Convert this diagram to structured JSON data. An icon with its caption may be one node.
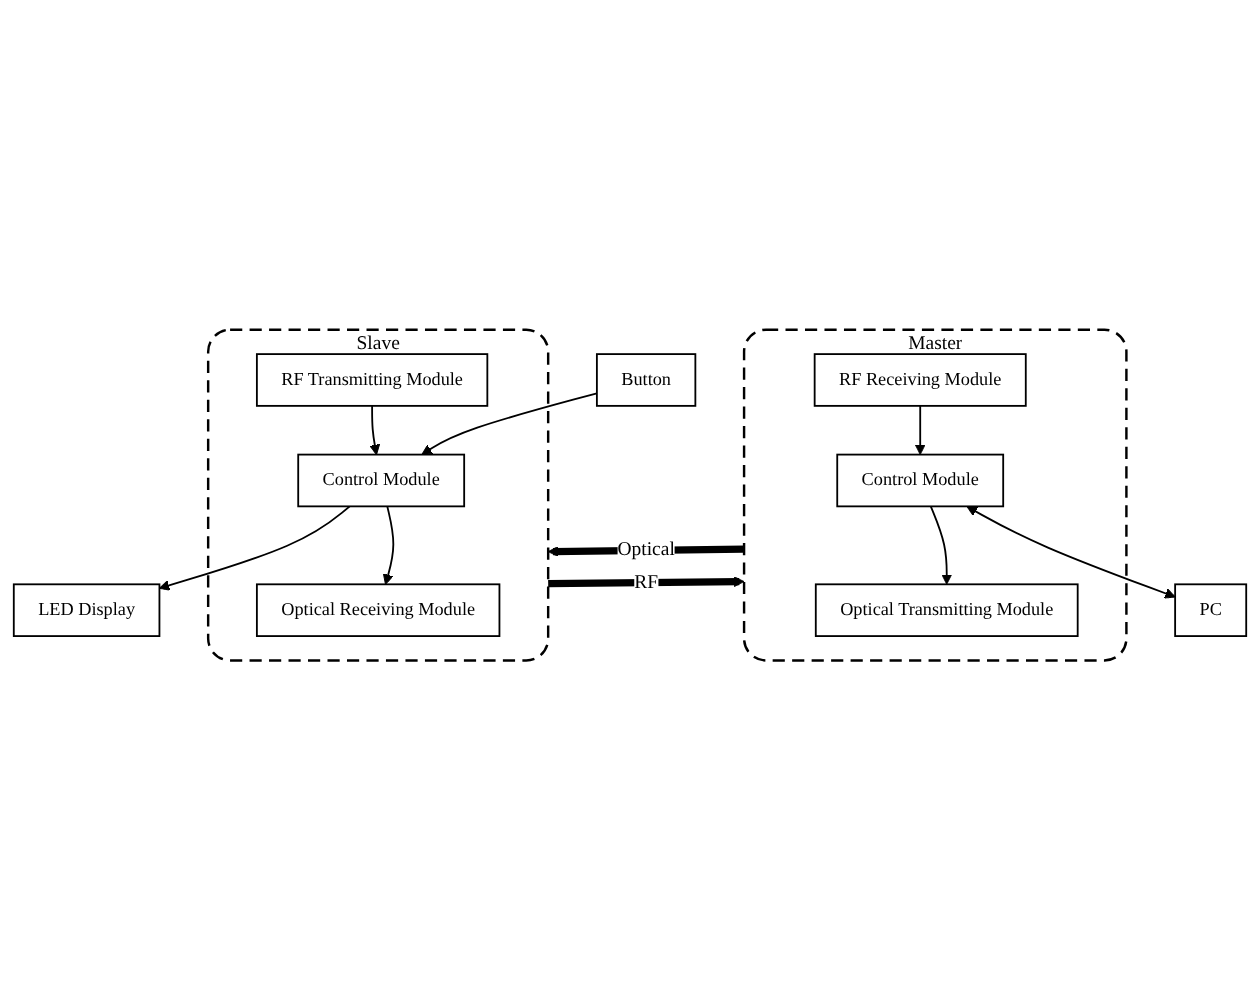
{
  "diagram": {
    "nodes": [
      {
        "text": [
          "Master"
        ]
      },
      {
        "text": [
          "Control Module"
        ],
        "in": 0
      },
      {
        "text": [
          "Optical Transmitting Module"
        ],
        "in": 0
      },
      {
        "text": [
          "RF Receiving Module"
        ],
        "in": 0
      },
      {
        "text": [
          "PC"
        ]
      },
      {
        "text": [
          "Slave"
        ]
      },
      {
        "text": [
          "Optical Receiving Module"
        ],
        "in": 5
      },
      {
        "text": [
          "RF Transmitting Module"
        ],
        "in": 5
      },
      {
        "text": [
          "Control Module"
        ],
        "in": 5
      },
      {
        "text": [
          "LED Display"
        ]
      },
      {
        "text": [
          "Button"
        ]
      }
    ],
    "edges": [
      {
        "from": 1,
        "to": 4,
        "arrow": "both"
      },
      {
        "from": 1,
        "to": 2,
        "arrow": "to"
      },
      {
        "from": 3,
        "to": 1,
        "arrow": "to"
      },
      {
        "from": 0,
        "to": 5,
        "arrow": "to",
        "label": "Optical",
        "style": "thick"
      },
      {
        "from": 5,
        "to": 0,
        "arrow": "to",
        "label": "RF",
        "style": "thick"
      },
      {
        "from": 8,
        "to": 6,
        "arrow": "to"
      },
      {
        "from": 7,
        "to": 8,
        "arrow": "to"
      },
      {
        "from": 8,
        "to": 9,
        "arrow": "to"
      },
      {
        "from": 10,
        "to": 8,
        "arrow": "to"
      }
    ]
  }
}
